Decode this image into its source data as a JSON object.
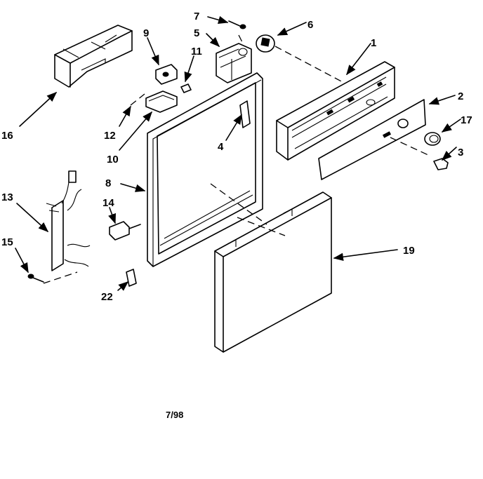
{
  "labels": {
    "l1": "1",
    "l2": "2",
    "l3": "3",
    "l4": "4",
    "l5": "5",
    "l6": "6",
    "l7": "7",
    "l8": "8",
    "l9": "9",
    "l10": "10",
    "l11": "11",
    "l12": "12",
    "l13": "13",
    "l14": "14",
    "l15": "15",
    "l16": "16",
    "l17": "17",
    "l19": "19",
    "l22": "22"
  },
  "date_code": "7/98"
}
